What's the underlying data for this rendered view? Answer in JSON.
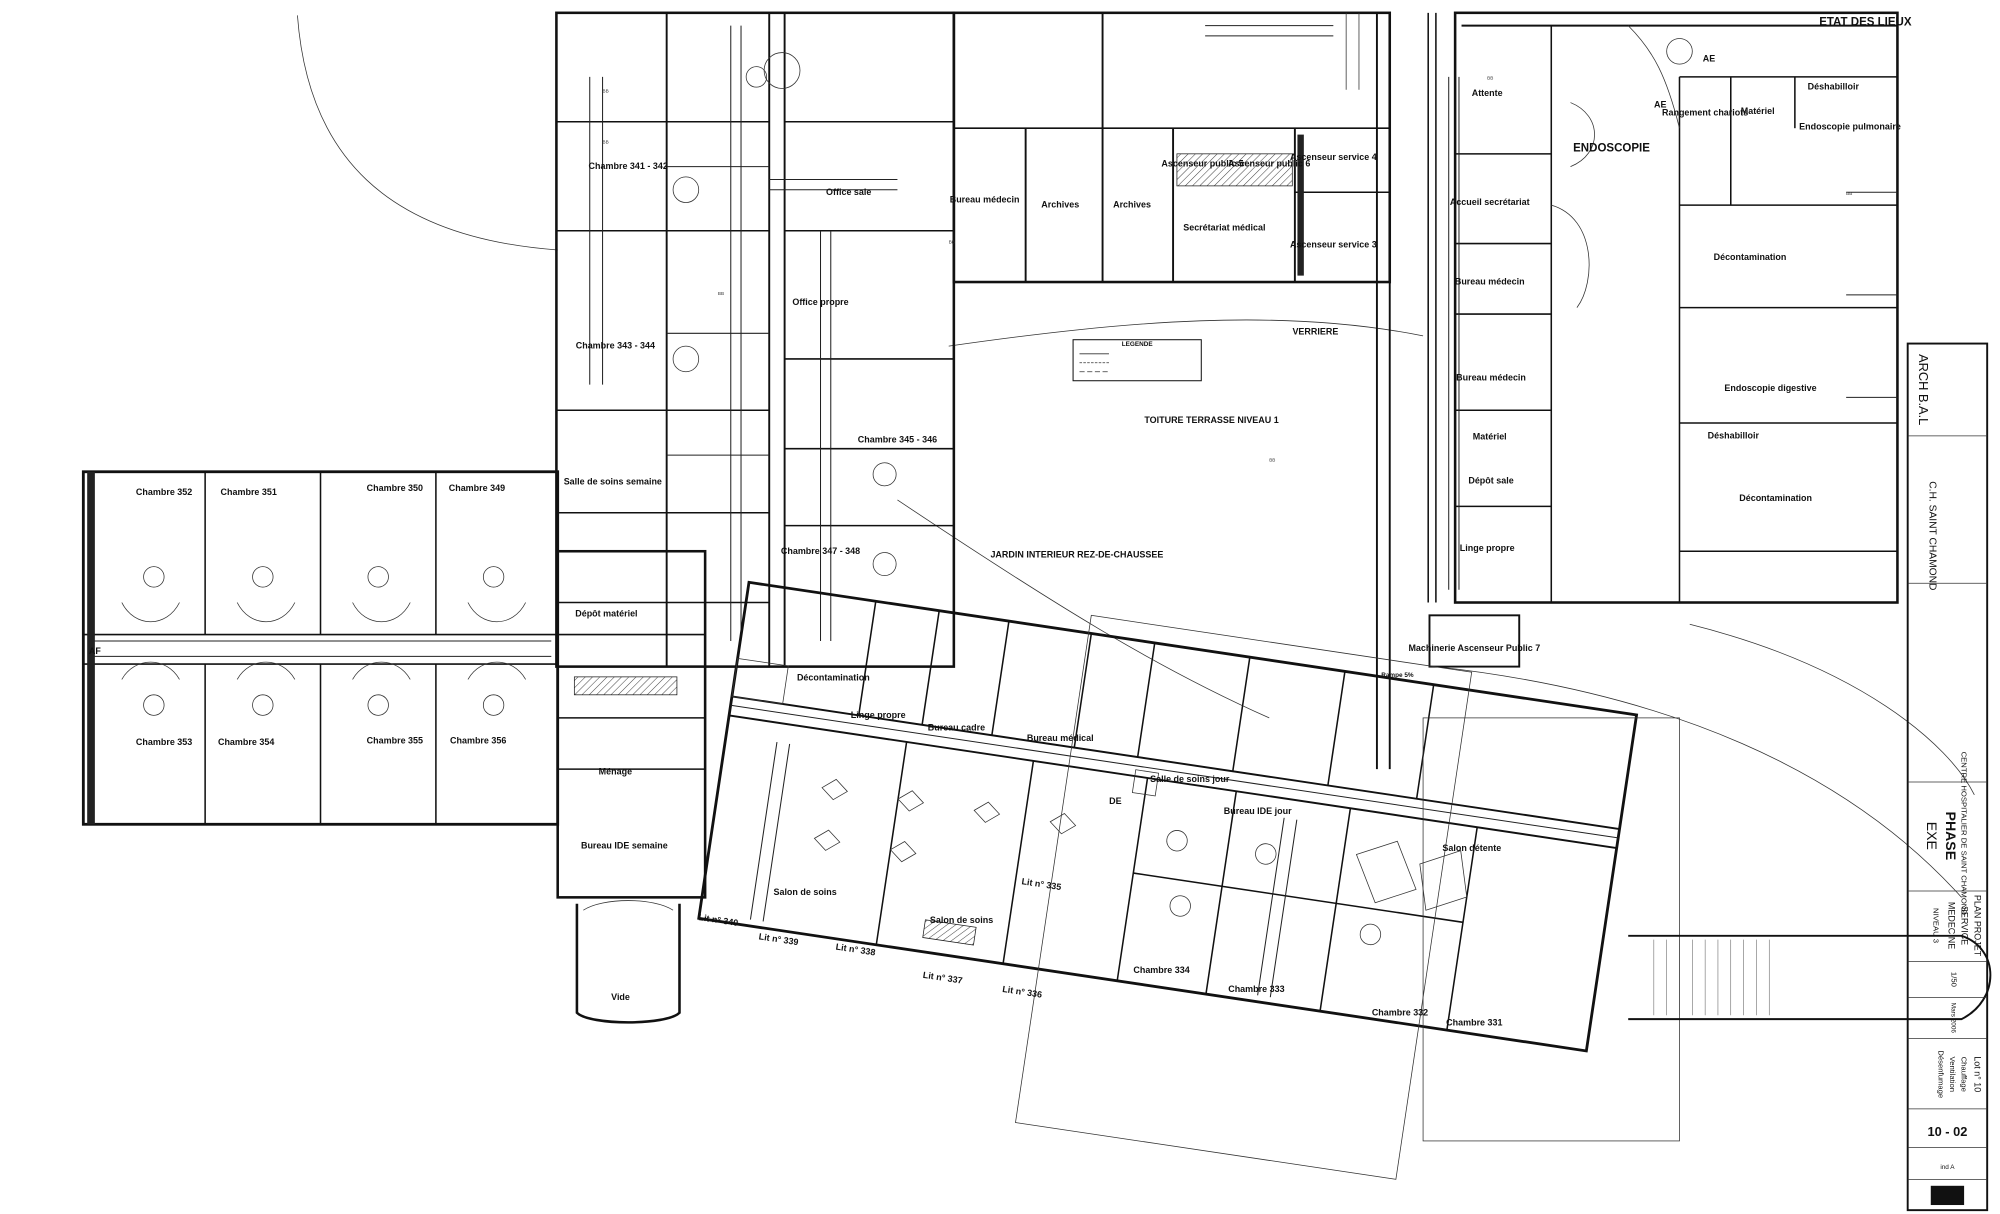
{
  "header": {
    "etat_des_lieux": "ETAT DES LIEUX"
  },
  "rooms_main": [
    {
      "id": "c341",
      "label": "Chambre 341 - 342"
    },
    {
      "id": "office_sale",
      "label": "Office sale"
    },
    {
      "id": "bureau_medecin_top",
      "label": "Bureau médecin"
    },
    {
      "id": "archives_1",
      "label": "Archives"
    },
    {
      "id": "archives_2",
      "label": "Archives"
    },
    {
      "id": "secretariat",
      "label": "Secrétariat médical"
    },
    {
      "id": "asc_public5",
      "label": "Ascenseur public 5"
    },
    {
      "id": "asc_public6",
      "label": "Ascenseur public 6"
    },
    {
      "id": "asc_service4",
      "label": "Ascenseur service 4"
    },
    {
      "id": "asc_service3",
      "label": "Ascenseur service 3"
    },
    {
      "id": "office_propre",
      "label": "Office propre"
    },
    {
      "id": "c343",
      "label": "Chambre 343 - 344"
    },
    {
      "id": "verriere",
      "label": "VERRIERE"
    },
    {
      "id": "legende",
      "label": "LEGENDE"
    },
    {
      "id": "toiture",
      "label": "TOITURE TERRASSE NIVEAU 1"
    },
    {
      "id": "c345",
      "label": "Chambre 345 - 346"
    },
    {
      "id": "salle_soins_semaine",
      "label": "Salle de soins semaine"
    },
    {
      "id": "c347",
      "label": "Chambre 347 - 348"
    },
    {
      "id": "jardin",
      "label": "JARDIN INTERIEUR REZ-DE-CHAUSSEE"
    },
    {
      "id": "depot_materiel",
      "label": "Dépôt matériel"
    },
    {
      "id": "c352",
      "label": "Chambre 352"
    },
    {
      "id": "c351",
      "label": "Chambre 351"
    },
    {
      "id": "c350",
      "label": "Chambre 350"
    },
    {
      "id": "c349",
      "label": "Chambre 349"
    },
    {
      "id": "c353",
      "label": "Chambre 353"
    },
    {
      "id": "c354",
      "label": "Chambre 354"
    },
    {
      "id": "c355",
      "label": "Chambre 355"
    },
    {
      "id": "c356",
      "label": "Chambre 356"
    },
    {
      "id": "af",
      "label": "AF"
    },
    {
      "id": "menage",
      "label": "Ménage"
    },
    {
      "id": "bureau_ide_semaine",
      "label": "Bureau IDE semaine"
    },
    {
      "id": "vide",
      "label": "Vide"
    },
    {
      "id": "decontamination_main",
      "label": "Décontamination"
    },
    {
      "id": "linge_propre_main",
      "label": "Linge propre"
    },
    {
      "id": "bureau_cadre",
      "label": "Bureau cadre"
    },
    {
      "id": "bureau_medical",
      "label": "Bureau médical"
    },
    {
      "id": "salle_soins_jour",
      "label": "Salle de soins jour"
    },
    {
      "id": "bureau_ide_jour",
      "label": "Bureau IDE jour"
    },
    {
      "id": "salon_detente",
      "label": "Salon détente"
    },
    {
      "id": "salon_soins_1",
      "label": "Salon de soins"
    },
    {
      "id": "salon_soins_2",
      "label": "Salon de soins"
    },
    {
      "id": "lit340",
      "label": "Lit n° 340"
    },
    {
      "id": "lit339",
      "label": "Lit n° 339"
    },
    {
      "id": "lit338",
      "label": "Lit n° 338"
    },
    {
      "id": "lit337",
      "label": "Lit n° 337"
    },
    {
      "id": "lit336",
      "label": "Lit n° 336"
    },
    {
      "id": "lit335",
      "label": "Lit n° 335"
    },
    {
      "id": "c334",
      "label": "Chambre 334"
    },
    {
      "id": "c333",
      "label": "Chambre 333"
    },
    {
      "id": "c332",
      "label": "Chambre 332"
    },
    {
      "id": "c331",
      "label": "Chambre 331"
    },
    {
      "id": "machinerie",
      "label": "Machinerie Ascenseur Public 7"
    },
    {
      "id": "rampe",
      "label": "Rampe 5%"
    },
    {
      "id": "de",
      "label": "DE"
    }
  ],
  "rooms_endo": [
    {
      "id": "attente",
      "label": "Attente"
    },
    {
      "id": "rangement",
      "label": "Rangement chariots"
    },
    {
      "id": "materiel_top",
      "label": "Matériel"
    },
    {
      "id": "deshabilloir_top",
      "label": "Déshabilloir"
    },
    {
      "id": "endo_pulm",
      "label": "Endoscopie pulmonaire"
    },
    {
      "id": "endoscopie",
      "label": "ENDOSCOPIE"
    },
    {
      "id": "accueil",
      "label": "Accueil secrétariat"
    },
    {
      "id": "decontam_1",
      "label": "Décontamination"
    },
    {
      "id": "bureau_med_1",
      "label": "Bureau médecin"
    },
    {
      "id": "bureau_med_2",
      "label": "Bureau médecin"
    },
    {
      "id": "endo_digest",
      "label": "Endoscopie digestive"
    },
    {
      "id": "materiel_2",
      "label": "Matériel"
    },
    {
      "id": "deshabilloir_2",
      "label": "Déshabilloir"
    },
    {
      "id": "depot_sale",
      "label": "Dépôt sale"
    },
    {
      "id": "decontam_2",
      "label": "Décontamination"
    },
    {
      "id": "linge_propre_endo",
      "label": "Linge propre"
    },
    {
      "id": "ae_1",
      "label": "AE"
    },
    {
      "id": "ae_2",
      "label": "AE"
    }
  ],
  "title_block": {
    "architect": "ARCH B.A.L",
    "hospital_short": "C.H. SAINT CHAMOND",
    "hospital_full": "CENTRE HOSPITALIER DE SAINT CHAMOND",
    "phase_label": "PHASE",
    "phase_value": "EXE",
    "plan_line1": "PLAN PROJET",
    "plan_line2": "SERVICE",
    "plan_line3": "MEDECINE",
    "plan_line4": "NIVEAU 3",
    "scale": "1/50",
    "date": "Mars 2006",
    "lot_line1": "Lot n° 10",
    "lot_line2": "Chauffage",
    "lot_line3": "Ventilation",
    "lot_line4": "Désenfumage",
    "sheet": "10 - 02",
    "sheet_index": "ind A"
  }
}
